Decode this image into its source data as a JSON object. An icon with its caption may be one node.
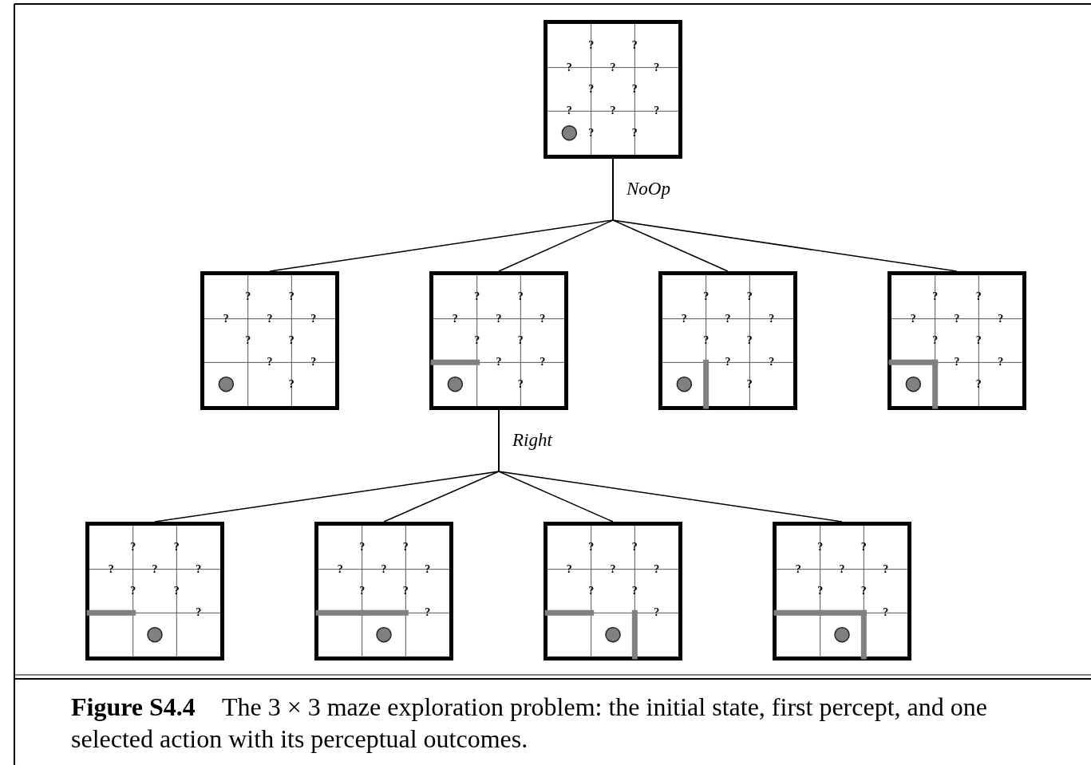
{
  "diagram": {
    "caption": "**Figure S4.4** The 3 × 3 maze exploration problem: the initial state, first percept, and one selected action with its perceptual outcomes.",
    "nodes": [
      {
        "text": [
          "?",
          "?",
          "?",
          "?",
          "?",
          "?",
          "?",
          "?",
          "?",
          "?",
          "?",
          "?"
        ]
      },
      {
        "text": [
          "?",
          "?",
          "?",
          "?",
          "?",
          "?",
          "?",
          "?",
          "?",
          "?"
        ]
      },
      {
        "text": [
          "?",
          "?",
          "?",
          "?",
          "?",
          "?",
          "?",
          "?",
          "?",
          "?"
        ]
      },
      {
        "text": [
          "?",
          "?",
          "?",
          "?",
          "?",
          "?",
          "?",
          "?",
          "?",
          "?"
        ]
      },
      {
        "text": [
          "?",
          "?",
          "?",
          "?",
          "?",
          "?",
          "?",
          "?",
          "?",
          "?"
        ]
      },
      {
        "text": [
          "?",
          "?",
          "?",
          "?",
          "?",
          "?",
          "?",
          "?"
        ]
      },
      {
        "text": [
          "?",
          "?",
          "?",
          "?",
          "?",
          "?",
          "?",
          "?"
        ]
      },
      {
        "text": [
          "?",
          "?",
          "?",
          "?",
          "?",
          "?",
          "?",
          "?"
        ]
      },
      {
        "text": [
          "?",
          "?",
          "?",
          "?",
          "?",
          "?",
          "?",
          "?"
        ]
      }
    ],
    "edges": [
      {
        "from": 0,
        "to": 1,
        "arrow": "none",
        "label": "NoOp"
      },
      {
        "from": 0,
        "to": 2,
        "arrow": "none"
      },
      {
        "from": 0,
        "to": 3,
        "arrow": "none"
      },
      {
        "from": 0,
        "to": 4,
        "arrow": "none"
      },
      {
        "from": 2,
        "to": 5,
        "arrow": "none",
        "label": "Right"
      },
      {
        "from": 2,
        "to": 6,
        "arrow": "none"
      },
      {
        "from": 2,
        "to": 7,
        "arrow": "none"
      },
      {
        "from": 2,
        "to": 8,
        "arrow": "none"
      }
    ]
  }
}
